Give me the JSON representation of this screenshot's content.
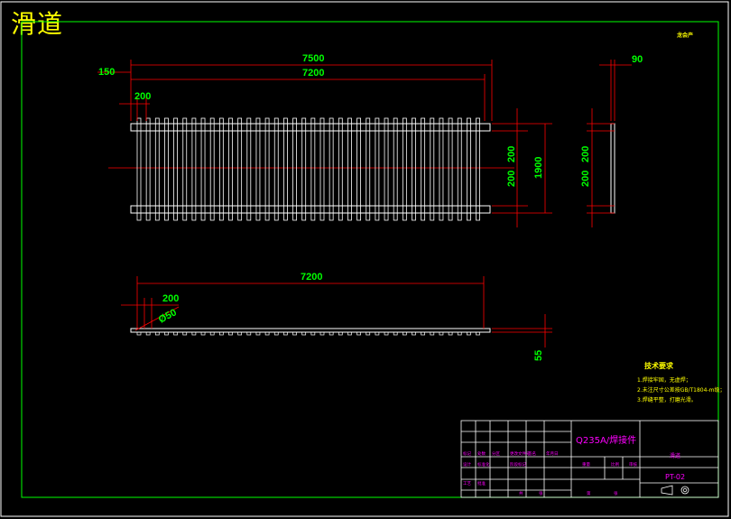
{
  "drawing": {
    "title": "滑道",
    "corner_tag": "龙会产",
    "dims": {
      "top_overall": "7500",
      "top_inner": "7200",
      "top_left_offset": "150",
      "top_pitch": "200",
      "right_overall": "1900",
      "right_upper": "200",
      "right_lower": "200",
      "side_width": "90",
      "side_upper": "200",
      "side_lower": "200",
      "bottom_length": "7200",
      "bottom_pitch": "200",
      "bottom_dia": "Ø50",
      "bottom_height": "55"
    },
    "notes": {
      "heading": "技术要求",
      "lines": [
        "1.焊接牢固，无虚焊；",
        "2.未注尺寸公差按GB/T1804-m级；",
        "3.焊缝平整，打磨光滑。"
      ]
    },
    "title_block": {
      "material": "Q235A/焊接件",
      "part_name": "滑道",
      "drawing_no": "PT-02",
      "cells": [
        "标记",
        "处数",
        "分区",
        "更改文件号",
        "签名",
        "年月日",
        "设计",
        "标准化",
        "阶段标记",
        "重量",
        "比例",
        "审核",
        "工艺",
        "批准",
        "共",
        "张",
        "第",
        "张"
      ]
    }
  }
}
